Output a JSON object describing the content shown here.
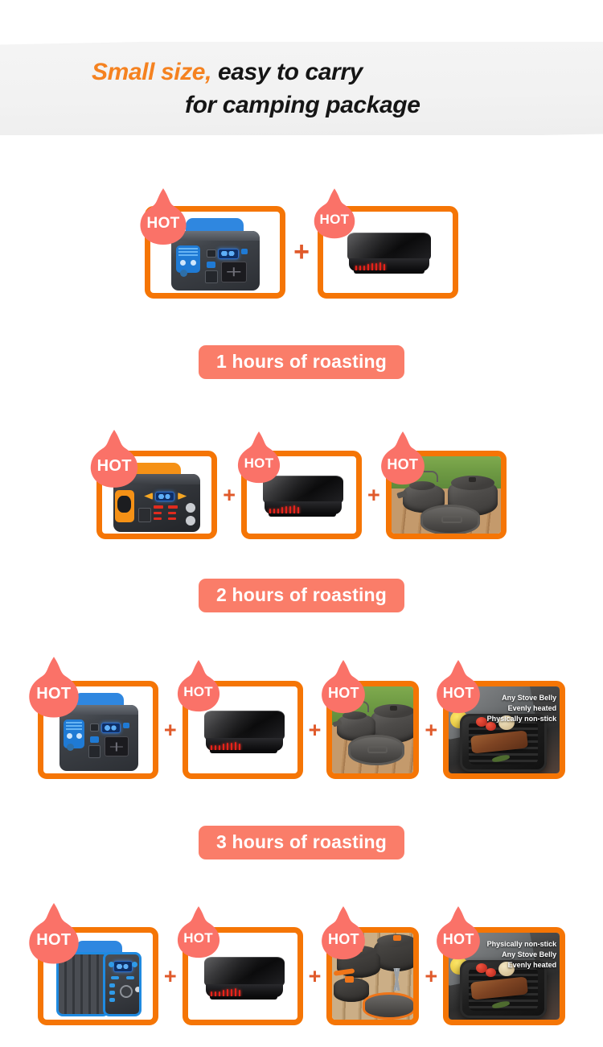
{
  "header": {
    "line1_highlight": "Small size,",
    "line1_rest": " easy to carry",
    "line2": "for camping package"
  },
  "badges": {
    "hot_label": "HOT"
  },
  "separator": {
    "plus": "+"
  },
  "sections": [
    {
      "label": null,
      "items": [
        {
          "name": "portable-power-station-blue",
          "type": "power-station-blue"
        },
        {
          "name": "induction-cooker-black",
          "type": "induction-cooker"
        }
      ]
    },
    {
      "label": "1 hours of roasting",
      "items": [
        {
          "name": "portable-power-station-orange",
          "type": "power-station-orange"
        },
        {
          "name": "induction-cooker-black",
          "type": "induction-cooker"
        },
        {
          "name": "camping-cookware-set-gray",
          "type": "cookware-gray"
        }
      ]
    },
    {
      "label": "2 hours of roasting",
      "items": [
        {
          "name": "portable-power-station-blue",
          "type": "power-station-blue"
        },
        {
          "name": "induction-cooker-black",
          "type": "induction-cooker"
        },
        {
          "name": "camping-cookware-set-gray",
          "type": "cookware-gray"
        },
        {
          "name": "grill-pan-steak",
          "type": "grill-pan"
        }
      ]
    },
    {
      "label": "3 hours of roasting",
      "items": [
        {
          "name": "portable-power-station-ribbed-blue",
          "type": "power-station-ribbed"
        },
        {
          "name": "induction-cooker-black",
          "type": "induction-cooker"
        },
        {
          "name": "camping-cookware-set-orange",
          "type": "cookware-orange"
        },
        {
          "name": "grill-pan-steak",
          "type": "grill-pan"
        }
      ]
    }
  ],
  "grill_pan_overlay_row3": {
    "line1": "Any Stove Belly",
    "line2": "Evenly heated",
    "line3": "Physically non-stick"
  },
  "grill_pan_overlay_row4": {
    "line1": "Physically non-stick",
    "line2": "Any Stove Belly",
    "line3": "Evenly heated"
  },
  "colors": {
    "box_border_orange": "#F57505",
    "badge_coral": "#FA7D69",
    "pill_coral": "#FA7D69",
    "header_orange": "#F58220",
    "plus_red_orange": "#E05A2B",
    "banner_gray": "#F2F2F2"
  }
}
